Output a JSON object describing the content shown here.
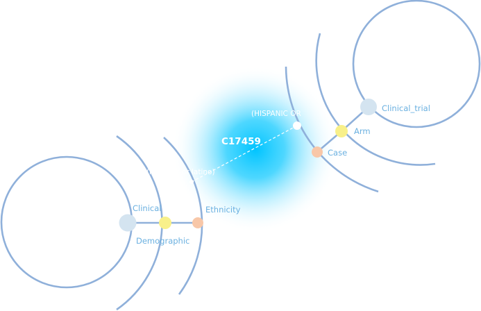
{
  "graph": {
    "center_code": "C17459",
    "value_left": "(hispanic or latino)",
    "value_right": "(HISPANIC OR",
    "left": {
      "clinical": "Clinical",
      "demographic": "Demographic",
      "ethnicity": "Ethnicity"
    },
    "right": {
      "clinical_trial": "Clinical_trial",
      "arm": "Arm",
      "case": "Case"
    }
  },
  "colors": {
    "ring": "#8fb0da",
    "clinical_node": "#d4e4f0",
    "yellow_node": "#f8f08a",
    "peach_node": "#f8c7a8",
    "glow": "#00c8ff",
    "label": "#6ab0e0"
  }
}
